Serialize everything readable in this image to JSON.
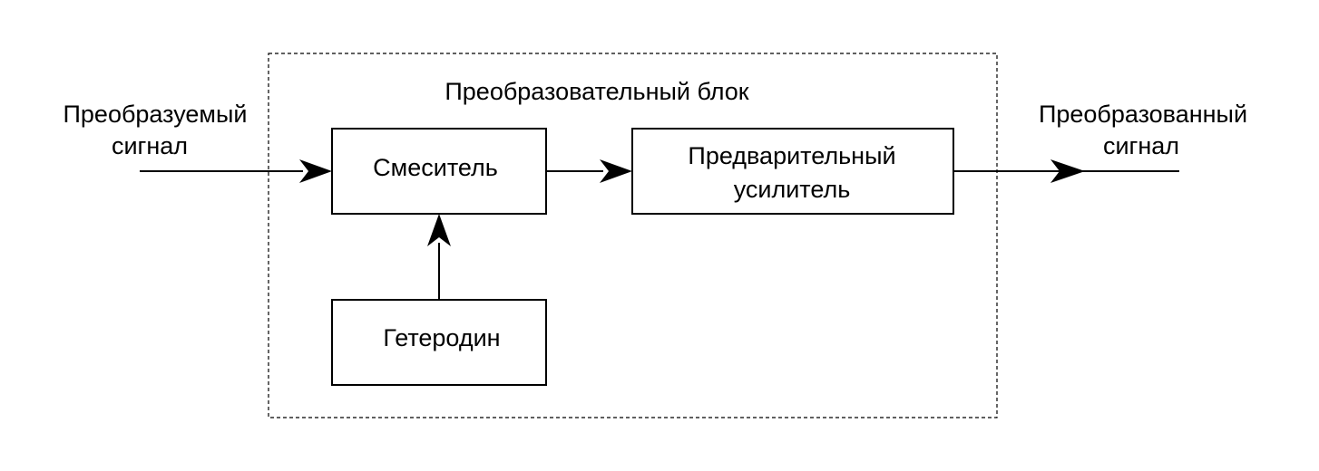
{
  "block": {
    "title": "Преобразовательный блок"
  },
  "input": {
    "line1": "Преобразуемый",
    "line2": "сигнал"
  },
  "output": {
    "line1": "Преобразованный",
    "line2": "сигнал"
  },
  "mixer": {
    "label": "Смеситель"
  },
  "preamp": {
    "line1": "Предварительный",
    "line2": "усилитель"
  },
  "oscillator": {
    "label": "Гетеродин"
  }
}
